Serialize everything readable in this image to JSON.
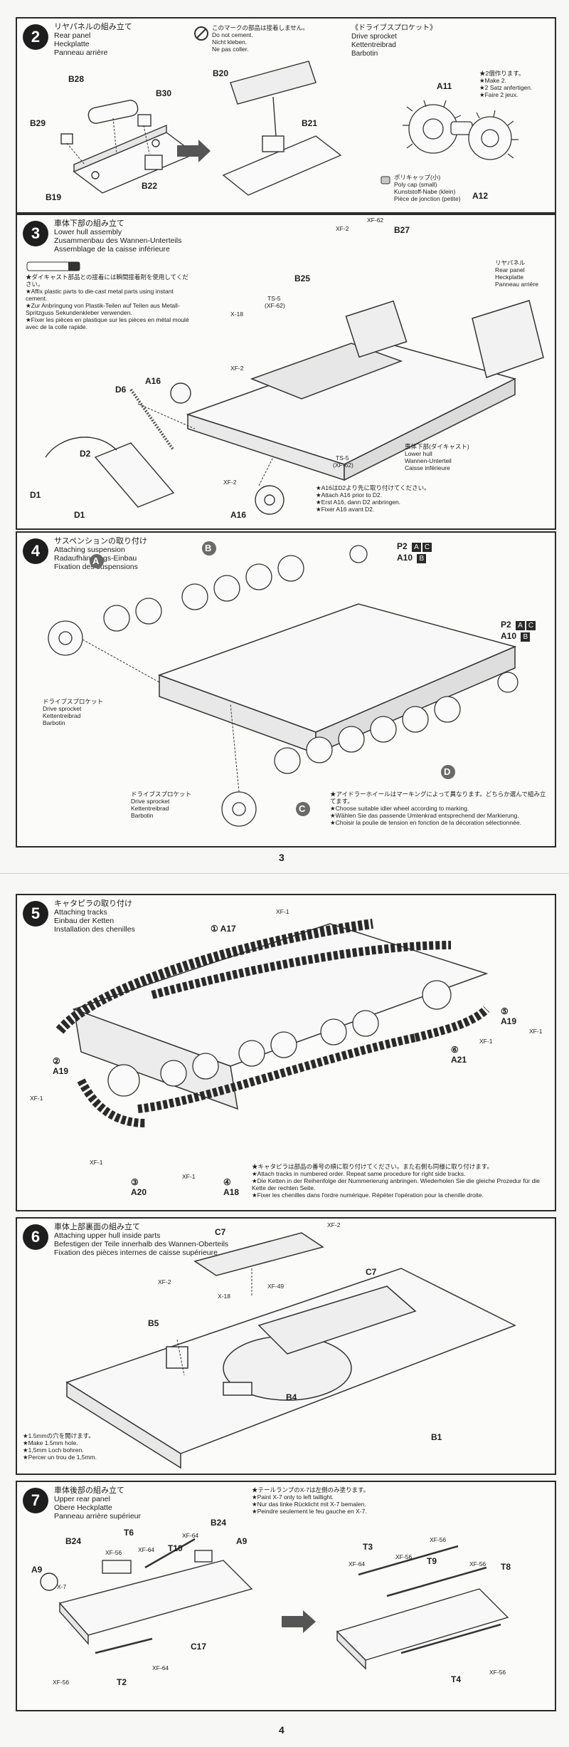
{
  "pages": [
    {
      "number": "3"
    },
    {
      "number": "4"
    }
  ],
  "steps": {
    "s2": {
      "num": "2",
      "jp": "リヤパネルの組み立て",
      "en": "Rear panel",
      "de": "Heckplatte",
      "fr": "Panneau arrière",
      "nocement": {
        "jp": "このマークの部品は接着しません。",
        "en": "Do not cement.",
        "de": "Nicht kleben.",
        "fr": "Ne pas coller."
      },
      "sprocket": {
        "jp": "《ドライブスプロケット》",
        "en": "Drive sprocket",
        "de": "Kettentreibrad",
        "fr": "Barbotin"
      },
      "make2": {
        "jp": "★2個作ります。",
        "en": "★Make 2.",
        "de": "★2 Satz anfertigen.",
        "fr": "★Faire 2 jeux."
      },
      "polycap": {
        "jp": "ポリキャップ(小)",
        "en": "Poly cap (small)",
        "de": "Kunststoff-Nabe (klein)",
        "fr": "Pièce de jonction (petite)"
      },
      "parts": {
        "b28": "B28",
        "b30": "B30",
        "b29": "B29",
        "b19": "B19",
        "b22": "B22",
        "b20": "B20",
        "b21": "B21",
        "a11": "A11",
        "a12": "A12"
      }
    },
    "s3": {
      "num": "3",
      "jp": "車体下部の組み立て",
      "en": "Lower hull assembly",
      "de": "Zusammenbau des Wannen-Unterteils",
      "fr": "Assemblage de la caisse inférieure",
      "glue": {
        "jp": "★ダイキャスト部品との接着には瞬間接着剤を使用してください。",
        "en": "★Affix plastic parts to die-cast metal parts using instant cement.",
        "de": "★Zur Anbringung von Plastik-Teilen auf Teilen aus Metall-Spritzguss Sekundenkleber verwenden.",
        "fr": "★Fixer les pièces en plastique sur les pièces en métal moulé avec de la colle rapide."
      },
      "rear": {
        "jp": "リヤパネル",
        "en": "Rear panel",
        "de": "Heckplatte",
        "fr": "Panneau arrière"
      },
      "lower": {
        "jp": "車体下部(ダイキャスト)",
        "en": "Lower hull",
        "de": "Wannen-Unterteil",
        "fr": "Caisse inférieure"
      },
      "order": {
        "jp": "★A16はD2より先に取り付けてください。",
        "en": "★Attach A16 prior to D2.",
        "de": "★Erst A16, dann D2 anbringen.",
        "fr": "★Fixer A16 avant D2."
      },
      "paints": {
        "xf2a": "XF-2",
        "xf62": "XF-62",
        "ts5a": "TS-5",
        "ts5b": "(XF-62)",
        "x18": "X-18",
        "xf2b": "XF-2",
        "ts5c": "TS-5",
        "ts5d": "(XF-62)",
        "xf2c": "XF-2"
      },
      "parts": {
        "b27": "B27",
        "b25": "B25",
        "d6": "D6",
        "a16": "A16",
        "d1a": "D1",
        "d2": "D2",
        "d1b": "D1",
        "a16b": "A16"
      }
    },
    "s4": {
      "num": "4",
      "jp": "サスペンションの取り付け",
      "en": "Attaching suspension",
      "de": "Radaufhängungs-Einbau",
      "fr": "Fixation des suspensions",
      "sprocket1": {
        "jp": "ドライブスプロケット",
        "en": "Drive sprocket",
        "de": "Kettentreibrad",
        "fr": "Barbotin"
      },
      "sprocket2": {
        "jp": "ドライブスプロケット",
        "en": "Drive sprocket",
        "de": "Kettentreibrad",
        "fr": "Barbotin"
      },
      "idler": {
        "jp": "★アイドラーホイールはマーキングによって異なります。どちらか選んで組み立てます。",
        "en": "★Choose suitable idler wheel according to marking.",
        "de": "★Wählen Sie das passende Umlenkrad entsprechend der Markierung.",
        "fr": "★Choisir la poulie de tension en fonction de la décoration sélectionnée."
      },
      "parts": {
        "a": "A",
        "b": "B",
        "c": "C",
        "d": "D",
        "p2a": "P2",
        "a10a": "A10",
        "p2b": "P2",
        "a10b": "A10",
        "tA": "A",
        "tC": "C",
        "tB": "B",
        "tA2": "A",
        "tC2": "C",
        "tB2": "B"
      }
    },
    "s5": {
      "num": "5",
      "jp": "キャタピラの取り付け",
      "en": "Attaching tracks",
      "de": "Einbau der Ketten",
      "fr": "Installation des chenilles",
      "note": {
        "jp": "★キャタピラは部品の番号の順に取り付けてください。また右側も同様に取り付けます。",
        "en": "★Attach tracks in numbered order. Repeat same procedure for right side tracks.",
        "de": "★Die Ketten in der Reihenfolge der Nummerierung anbringen. Wiederholen Sie die gleiche Prozedur für die Kette der rechten Seite.",
        "fr": "★Fixer les chenilles dans l'ordre numérique. Répéter l'opération pour la chenille droite."
      },
      "parts": {
        "a17": "A17",
        "a17n": "①",
        "a19r": "A19",
        "a19rn": "⑤",
        "a21": "A21",
        "a21n": "⑥",
        "a19l": "A19",
        "a19ln": "②",
        "a20": "A20",
        "a20n": "③",
        "a18": "A18",
        "a18n": "④"
      },
      "paints": {
        "xf1a": "XF-1",
        "xf1b": "XF-1",
        "xf1c": "XF-1",
        "xf1d": "XF-1",
        "xf1e": "XF-1",
        "xf1f": "XF-1"
      }
    },
    "s6": {
      "num": "6",
      "jp": "車体上部裏面の組み立て",
      "en": "Attaching upper hull inside parts",
      "de": "Befestigen der Teile innerhalb des Wannen-Oberteils",
      "fr": "Fixation des pièces internes de caisse supérieure",
      "hole": {
        "jp": "★1.5mmの穴を開けます。",
        "en": "★Make 1.5mm hole.",
        "de": "★1,5mm Loch bohren.",
        "fr": "★Percer un trou de 1,5mm."
      },
      "parts": {
        "c7a": "C7",
        "c7b": "C7",
        "b5": "B5",
        "b4": "B4",
        "b1": "B1"
      },
      "paints": {
        "xf2a": "XF-2",
        "xf2b": "XF-2",
        "x18": "X-18",
        "xf49": "XF-49"
      }
    },
    "s7": {
      "num": "7",
      "jp": "車体後部の組み立て",
      "en": "Upper rear panel",
      "de": "Obere Heckplatte",
      "fr": "Panneau arrière supérieur",
      "paint": {
        "jp": "★テールランプのX-7は左側のみ塗ります。",
        "en": "★Paint X-7 only to left taillight.",
        "de": "★Nur das linke Rücklicht mit X-7 bemalen.",
        "fr": "★Peindre seulement le feu gauche en X-7."
      },
      "parts": {
        "b24a": "B24",
        "t6": "T6",
        "t10": "T10",
        "b24b": "B24",
        "a9a": "A9",
        "a9b": "A9",
        "c17": "C17",
        "t2": "T2",
        "t3": "T3",
        "t9": "T9",
        "t8": "T8",
        "t4": "T4"
      },
      "paints": {
        "xf56a": "XF-56",
        "xf64a": "XF-64",
        "xf64b": "XF-64",
        "x7": "X-7",
        "xf56b": "XF-56",
        "xf64c": "XF-64",
        "xf56c": "XF-56",
        "xf64d": "XF-64",
        "xf56d": "XF-56",
        "xf56e": "XF-56",
        "xf56f": "XF-56"
      }
    }
  }
}
